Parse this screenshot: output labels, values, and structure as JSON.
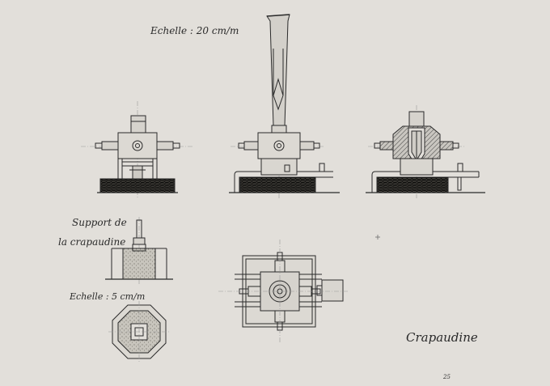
{
  "labels": {
    "scale_top": "Echelle : 20 cm/m",
    "support_line1": "Support de",
    "support_line2": "la crapaudine",
    "scale_small": "Echelle : 5 cm/m",
    "title": "Crapaudine",
    "sheet_number": "25"
  },
  "colors": {
    "paper": "#e2dfda",
    "ink": "#2a2a2a",
    "wood": "#a8a397",
    "hatch": "#4a4a4a",
    "centerline": "#9a9a9a"
  }
}
